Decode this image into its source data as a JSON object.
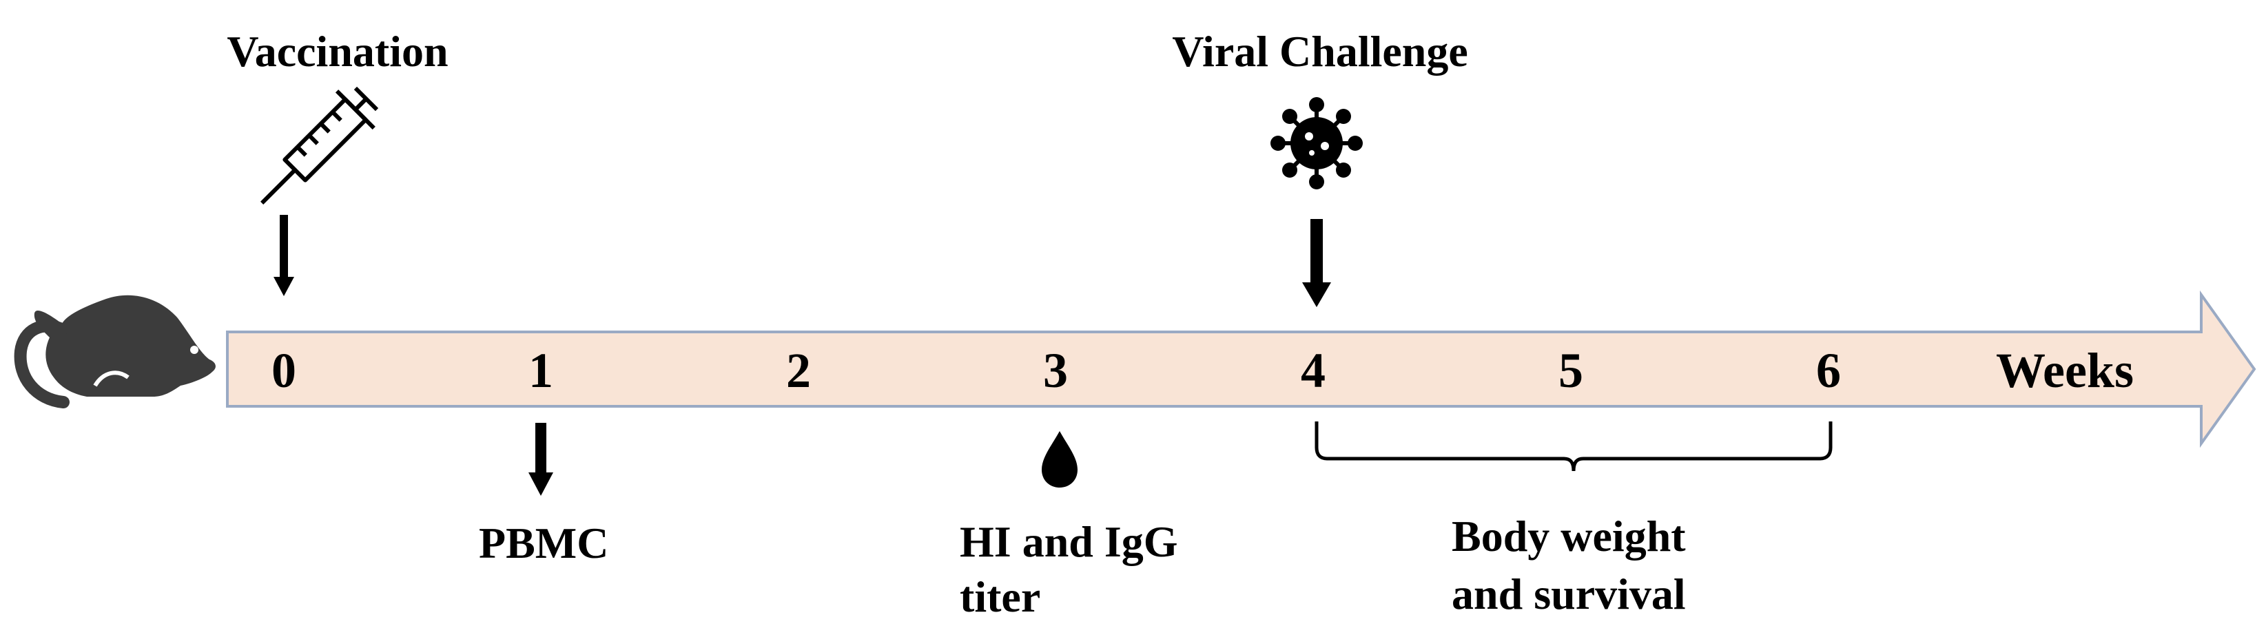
{
  "timeline": {
    "weeks": [
      "0",
      "1",
      "2",
      "3",
      "4",
      "5",
      "6"
    ],
    "unit_label": "Weeks",
    "arrow_fill": "#f9e4d6",
    "arrow_stroke": "#9aaac4"
  },
  "events": {
    "vaccination": {
      "label": "Vaccination",
      "week": 0,
      "icon": "syringe-icon"
    },
    "challenge": {
      "label": "Viral Challenge",
      "week": 4,
      "icon": "virus-icon"
    },
    "pbmc": {
      "label": "PBMC",
      "week": 1
    },
    "titer": {
      "line1": "HI and IgG",
      "line2": "titer",
      "week": 3,
      "icon": "blood-drop-icon"
    },
    "monitoring": {
      "line1": "Body weight",
      "line2": "and survival",
      "from_week": 4,
      "to_week": 6
    }
  },
  "subject_icon": "mouse-icon"
}
